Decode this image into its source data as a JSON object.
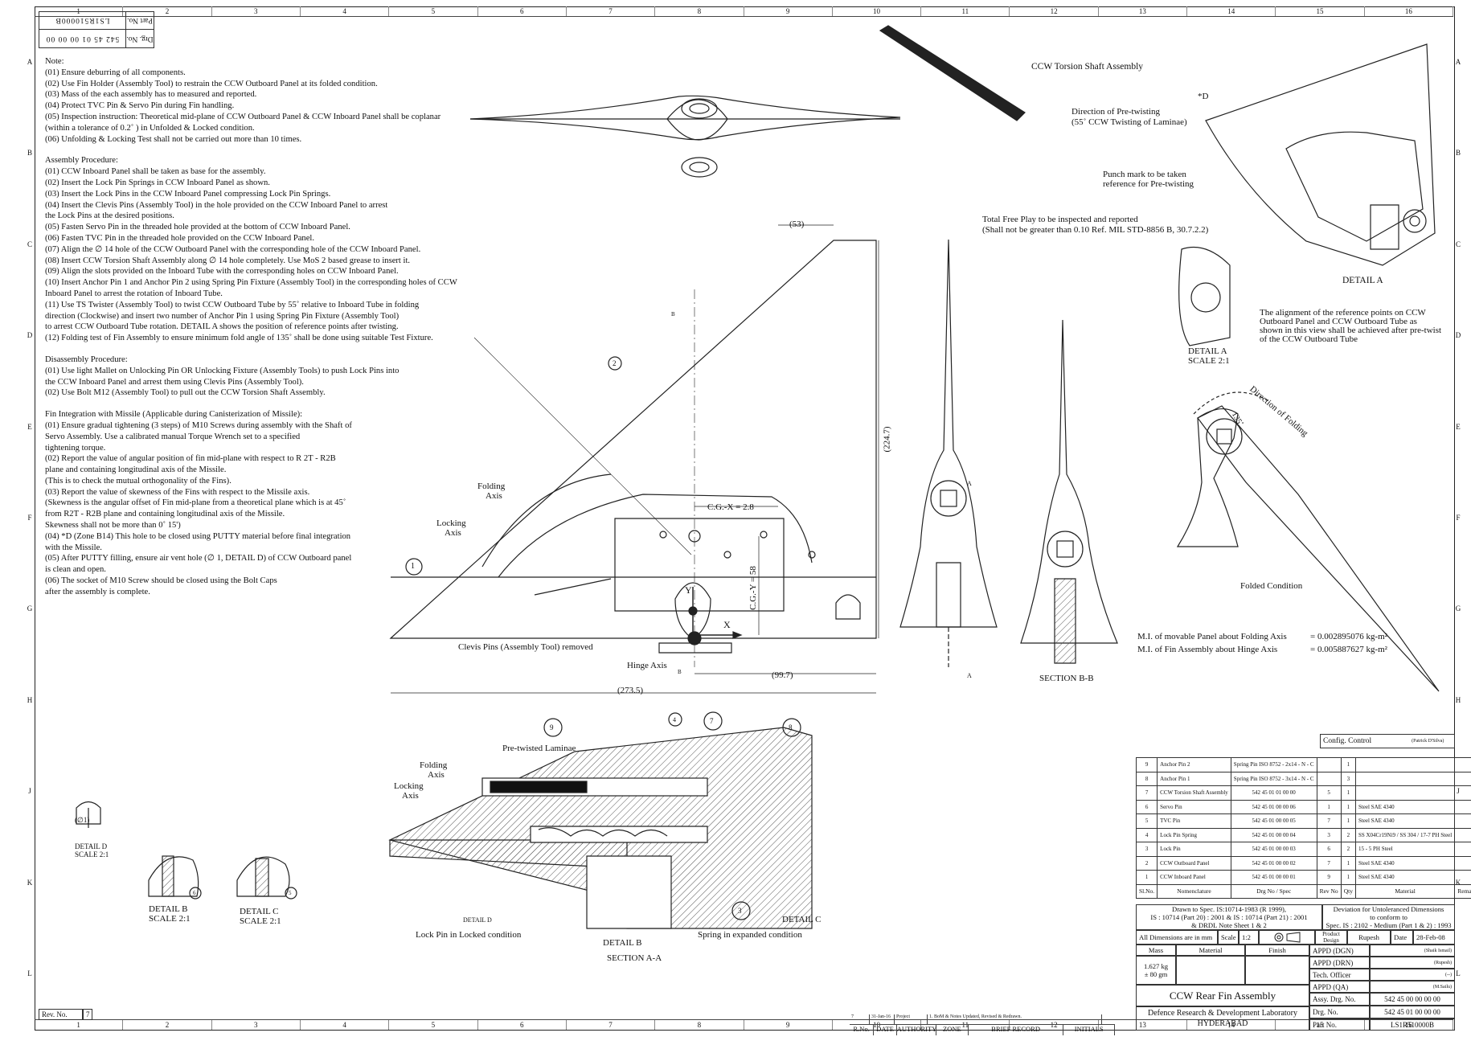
{
  "drawing_box": {
    "drg_no_label": "Drg. No.",
    "drg_no": "542 45 01 00 00 00",
    "part_no_label": "Part No.",
    "part_no": "LS1R510000B"
  },
  "zones": {
    "columns": [
      "1",
      "2",
      "3",
      "4",
      "5",
      "6",
      "7",
      "8",
      "9",
      "10",
      "11",
      "12",
      "13",
      "14",
      "15",
      "16"
    ],
    "rows": [
      "A",
      "B",
      "C",
      "D",
      "E",
      "F",
      "G",
      "H",
      "J",
      "K",
      "L"
    ]
  },
  "notes": {
    "note_title": "Note:",
    "note_items": [
      "(01) Ensure deburring of all components.",
      "(02) Use Fin Holder (Assembly Tool) to restrain the CCW Outboard Panel at its  folded condition.",
      "(03) Mass of the each assembly has to measured and reported.",
      "(04) Protect TVC Pin & Servo Pin during Fin handling.",
      "(05) Inspection instruction: Theoretical mid-plane of CCW Outboard Panel  & CCW Inboard Panel shall be coplanar",
      "      (within a tolerance of 0.2˚ ) in Unfolded  & Locked condition.",
      "(06) Unfolding & Locking Test shall not be carried out more than 10 times."
    ],
    "assembly_title": "Assembly Procedure:",
    "assembly_items": [
      "(01) CCW Inboard Panel shall be taken as base for the assembly.",
      "(02) Insert the Lock Pin Springs in CCW Inboard Panel as shown.",
      "(03) Insert the Lock Pins in the CCW Inboard Panel compressing Lock Pin Springs.",
      "(04) Insert the Clevis Pins (Assembly Tool) in the hole provided on the CCW  Inboard Panel to arrest",
      "       the Lock Pins at the desired positions.",
      "(05) Fasten Servo Pin in the threaded hole provided at the bottom of CCW  Inboard Panel.",
      "(06) Fasten TVC Pin in the threaded hole provided on the CCW Inboard Panel.",
      "(07) Align the ∅ 14 hole of the CCW Outboard Panel with the corresponding hole  of the CCW Inboard Panel.",
      "(08) Insert CCW Torsion Shaft Assembly along ∅ 14 hole completely. Use MoS 2 based grease to insert it.",
      "(09) Align the slots provided on the Inboard Tube with the corresponding holes  on CCW Inboard Panel.",
      "(10) Insert Anchor Pin 1 and Anchor Pin 2 using Spring Pin Fixture (Assembly  Tool) in the corresponding holes of CCW",
      "       Inboard Panel to arrest the rotation of Inboard Tube.",
      "(11) Use TS Twister (Assembly Tool) to twist CCW Outboard Tube by 55˚  relative to Inboard Tube in folding",
      "       direction (Clockwise) and insert two number of Anchor Pin 1 using Spring  Pin Fixture (Assembly Tool)",
      "       to arrest CCW Outboard Tube rotation. DETAIL A shows the position of  reference points after twisting.",
      "(12) Folding test of Fin Assembly to ensure minimum fold angle of 135˚ shall  be done using suitable Test Fixture."
    ],
    "disassembly_title": "Disassembly Procedure:",
    "disassembly_items": [
      "(01) Use light Mallet on Unlocking Pin OR Unlocking Fixture (Assembly Tools) to  push Lock Pins into",
      "       the CCW Inboard Panel and arrest them using Clevis Pins (Assembly Tool).",
      "(02) Use Bolt M12 (Assembly Tool) to pull out the CCW Torsion Shaft Assembly."
    ],
    "integration_title": "Fin Integration with Missile (Applicable during Canisterization of Missile):",
    "integration_items": [
      "(01) Ensure gradual tightening (3 steps) of M10 Screws during assembly with the  Shaft of",
      "       Servo Assembly. Use a calibrated manual Torque Wrench set to a specified",
      "       tightening torque.",
      "(02) Report the value of angular position of fin mid-plane with respect to R 2T - R2B",
      "        plane and containing longitudinal axis of the Missile.",
      "       (This is to check the mutual orthogonality of the Fins).",
      "(03) Report the value of skewness of the Fins with respect to the Missile axis.",
      "       (Skewness is the angular offset of Fin mid-plane from a theoretical  plane which is at 45˚",
      "        from R2T - R2B plane and containing longitudinal axis of the Missile.",
      "        Skewness shall not be more than 0˚ 15')",
      "(04) *D (Zone B14) This hole to be closed using PUTTY material before final  integration",
      "        with the Missile.",
      "(05) After PUTTY filling, ensure air vent hole (∅ 1, DETAIL D) of CCW Outboard  panel",
      "        is clean and open.",
      "(06) The socket of M10 Screw should be closed using the Bolt Caps",
      "        after the assembly is complete."
    ]
  },
  "labels": {
    "torsion_shaft": "CCW Torsion Shaft Assembly",
    "pretwist_dir_1": "Direction of Pre-twisting",
    "pretwist_dir_2": "(55˚ CCW Twisting of Laminae)",
    "punch_1": "Punch mark to be taken",
    "punch_2": "reference for Pre-twisting",
    "star_d": "*D",
    "detail_a": "DETAIL  A",
    "free_play_1": "Total Free Play to be inspected and reported",
    "free_play_2": "(Shall not be greater than 0.10  Ref. MIL STD-8856 B, 30.7.2.2)",
    "alignment_1": "The alignment of the reference points on CCW",
    "alignment_2": "Outboard Panel and CCW Outboard Tube as",
    "alignment_3": "shown in this view shall be achieved after pre-twist",
    "alignment_4": "of the CCW Outboard Tube",
    "detail_a_scale_1": "DETAIL  A",
    "detail_a_scale_2": "SCALE  2:1",
    "dir_folding": "Direction of Folding",
    "angle_135": "135˚",
    "folded_condition": "Folded Condition",
    "mi_panel_label": "M.I. of movable Panel about Folding Axis",
    "mi_panel_value": "= 0.002895076 kg-m²",
    "mi_fin_label": "M.I. of Fin Assembly about Hinge Axis",
    "mi_fin_value": "= 0.005887627 kg-m²",
    "section_bb": "SECTION  B-B",
    "dim_53": "(53)",
    "dim_2247": "(224.7)",
    "dim_997": "(99.7)",
    "dim_2735": "(273.5)",
    "cgx": "C.G.-X = 2.8",
    "cgy": "C.G.-Y = 58",
    "folding_axis_1": "Folding",
    "folding_axis_2": "Axis",
    "locking_axis_1": "Locking",
    "locking_axis_2": "Axis",
    "clevis_removed": "Clevis Pins (Assembly Tool) removed",
    "hinge_axis": "Hinge Axis",
    "axis_x": "X",
    "axis_y": "Y",
    "b_mark": "B",
    "a_mark": "A",
    "balloon_1": "1",
    "balloon_2": "2",
    "balloon_3": "3",
    "balloon_4": "4",
    "balloon_5": "5",
    "balloon_6": "6",
    "balloon_7": "7",
    "balloon_8": "8",
    "balloon_9": "9",
    "pretwisted_laminae": "Pre-twisted Laminae",
    "sa_folding_1": "Folding",
    "sa_folding_2": "Axis",
    "sa_locking_1": "Locking",
    "sa_locking_2": "Axis",
    "detail_d_marker": "DETAIL D",
    "lock_pin_locked": "Lock Pin in Locked condition",
    "detail_b_marker": "DETAIL B",
    "spring_expanded": "Spring in expanded condition",
    "detail_c_marker": "DETAIL C",
    "section_aa": "SECTION  A-A",
    "detail_d_title_1": "DETAIL  D",
    "detail_d_title_2": "SCALE  2:1",
    "detail_d_dim": "(∅1)",
    "detail_b_title_1": "DETAIL  B",
    "detail_b_title_2": "SCALE  2:1",
    "detail_c_title_1": "DETAIL  C",
    "detail_c_title_2": "SCALE  2:1",
    "rev_no_label": "Rev. No.",
    "rev_no_value": "7"
  },
  "config_control": {
    "label": "Config. Control",
    "name": "(Patrick D'Silva)"
  },
  "bom": {
    "headers": [
      "Sl.No.",
      "Nomenclature",
      "Drg No / Spec",
      "Rev No",
      "Qty",
      "Material",
      "Remarks"
    ],
    "rows": [
      [
        "9",
        "Anchor Pin 2",
        "Spring Pin ISO 8752 - 2x14 - N - C",
        "",
        "1",
        "",
        ""
      ],
      [
        "8",
        "Anchor Pin 1",
        "Spring Pin ISO 8752 - 3x14 - N - C",
        "",
        "3",
        "",
        ""
      ],
      [
        "7",
        "CCW Torsion Shaft Assembly",
        "542 45 01 01 00 00",
        "5",
        "1",
        "",
        ""
      ],
      [
        "6",
        "Servo Pin",
        "542 45 01 00 00 06",
        "1",
        "1",
        "Steel SAE 4340",
        ""
      ],
      [
        "5",
        "TVC Pin",
        "542 45 01 00 00 05",
        "7",
        "1",
        "Steel SAE 4340",
        ""
      ],
      [
        "4",
        "Lock Pin Spring",
        "542 45 01 00 00 04",
        "3",
        "2",
        "SS X04Cr19Ni9 / SS 304 / 17-7 PH Steel",
        ""
      ],
      [
        "3",
        "Lock Pin",
        "542 45 01 00 00 03",
        "6",
        "2",
        "15 - 5 PH Steel",
        ""
      ],
      [
        "2",
        "CCW Outboard Panel",
        "542 45 01 00 00 02",
        "7",
        "1",
        "Steel SAE 4340",
        ""
      ],
      [
        "1",
        "CCW Inboard Panel",
        "542 45 01 00 00 01",
        "9",
        "1",
        "Steel SAE 4340",
        ""
      ]
    ]
  },
  "title_block": {
    "spec_1": "Drawn to Spec. IS:10714-1983 (R 1999),",
    "spec_2": "IS : 10714 (Part 20) : 2001 & IS : 10714 (Part 21) : 2001",
    "spec_3": "& DRDL Note Sheet 1 & 2",
    "deviation_1": "Deviation for Untoleranced Dimensions",
    "deviation_2": "to conform to",
    "deviation_3": "Spec. IS : 2102 - Medium (Part 1 & 2) : 1993",
    "dims_in_mm": "All Dimensions are in mm",
    "scale_label": "Scale",
    "scale_value": "1:2",
    "product_design": "Product Design",
    "designer": "Rupesh",
    "date_label": "Date",
    "date_value": "28-Feb-08",
    "mass_label": "Mass",
    "material_label": "Material",
    "finish_label": "Finish",
    "mass_value_1": "1.627 kg",
    "mass_value_2": "± 80 gm",
    "appd_dgn": "APPD (DGN)",
    "appd_dgn_name": "(Shaik Ismail)",
    "appd_drn": "APPD (DRN)",
    "appd_drn_name": "(Rupesh)",
    "tech_officer": "Tech. Officer",
    "tech_officer_name": "(--)",
    "appd_qa": "APPD (QA)",
    "appd_qa_name": "(M.Sailu)",
    "title": "CCW Rear Fin Assembly",
    "assy_drg_label": "Assy. Drg. No.",
    "assy_drg_value": "542 45 00 00 00 00",
    "lab_1": "Defence Research & Development Laboratory",
    "lab_2": "HYDERABAD",
    "drg_no_label": "Drg. No.",
    "drg_no_value": "542 45 01 00 00 00",
    "part_no_label": "Part No.",
    "part_no_value": "LS1R510000B"
  },
  "revision_strip": {
    "row_values": [
      "7",
      "31-Jan-16",
      "Project",
      "1. BoM & Notes Updated, Revised & Redrawn."
    ],
    "headers": [
      "R.No.",
      "DATE",
      "AUTHORITY",
      "ZONE",
      "BRIEF RECORD",
      "INITIALS"
    ]
  }
}
